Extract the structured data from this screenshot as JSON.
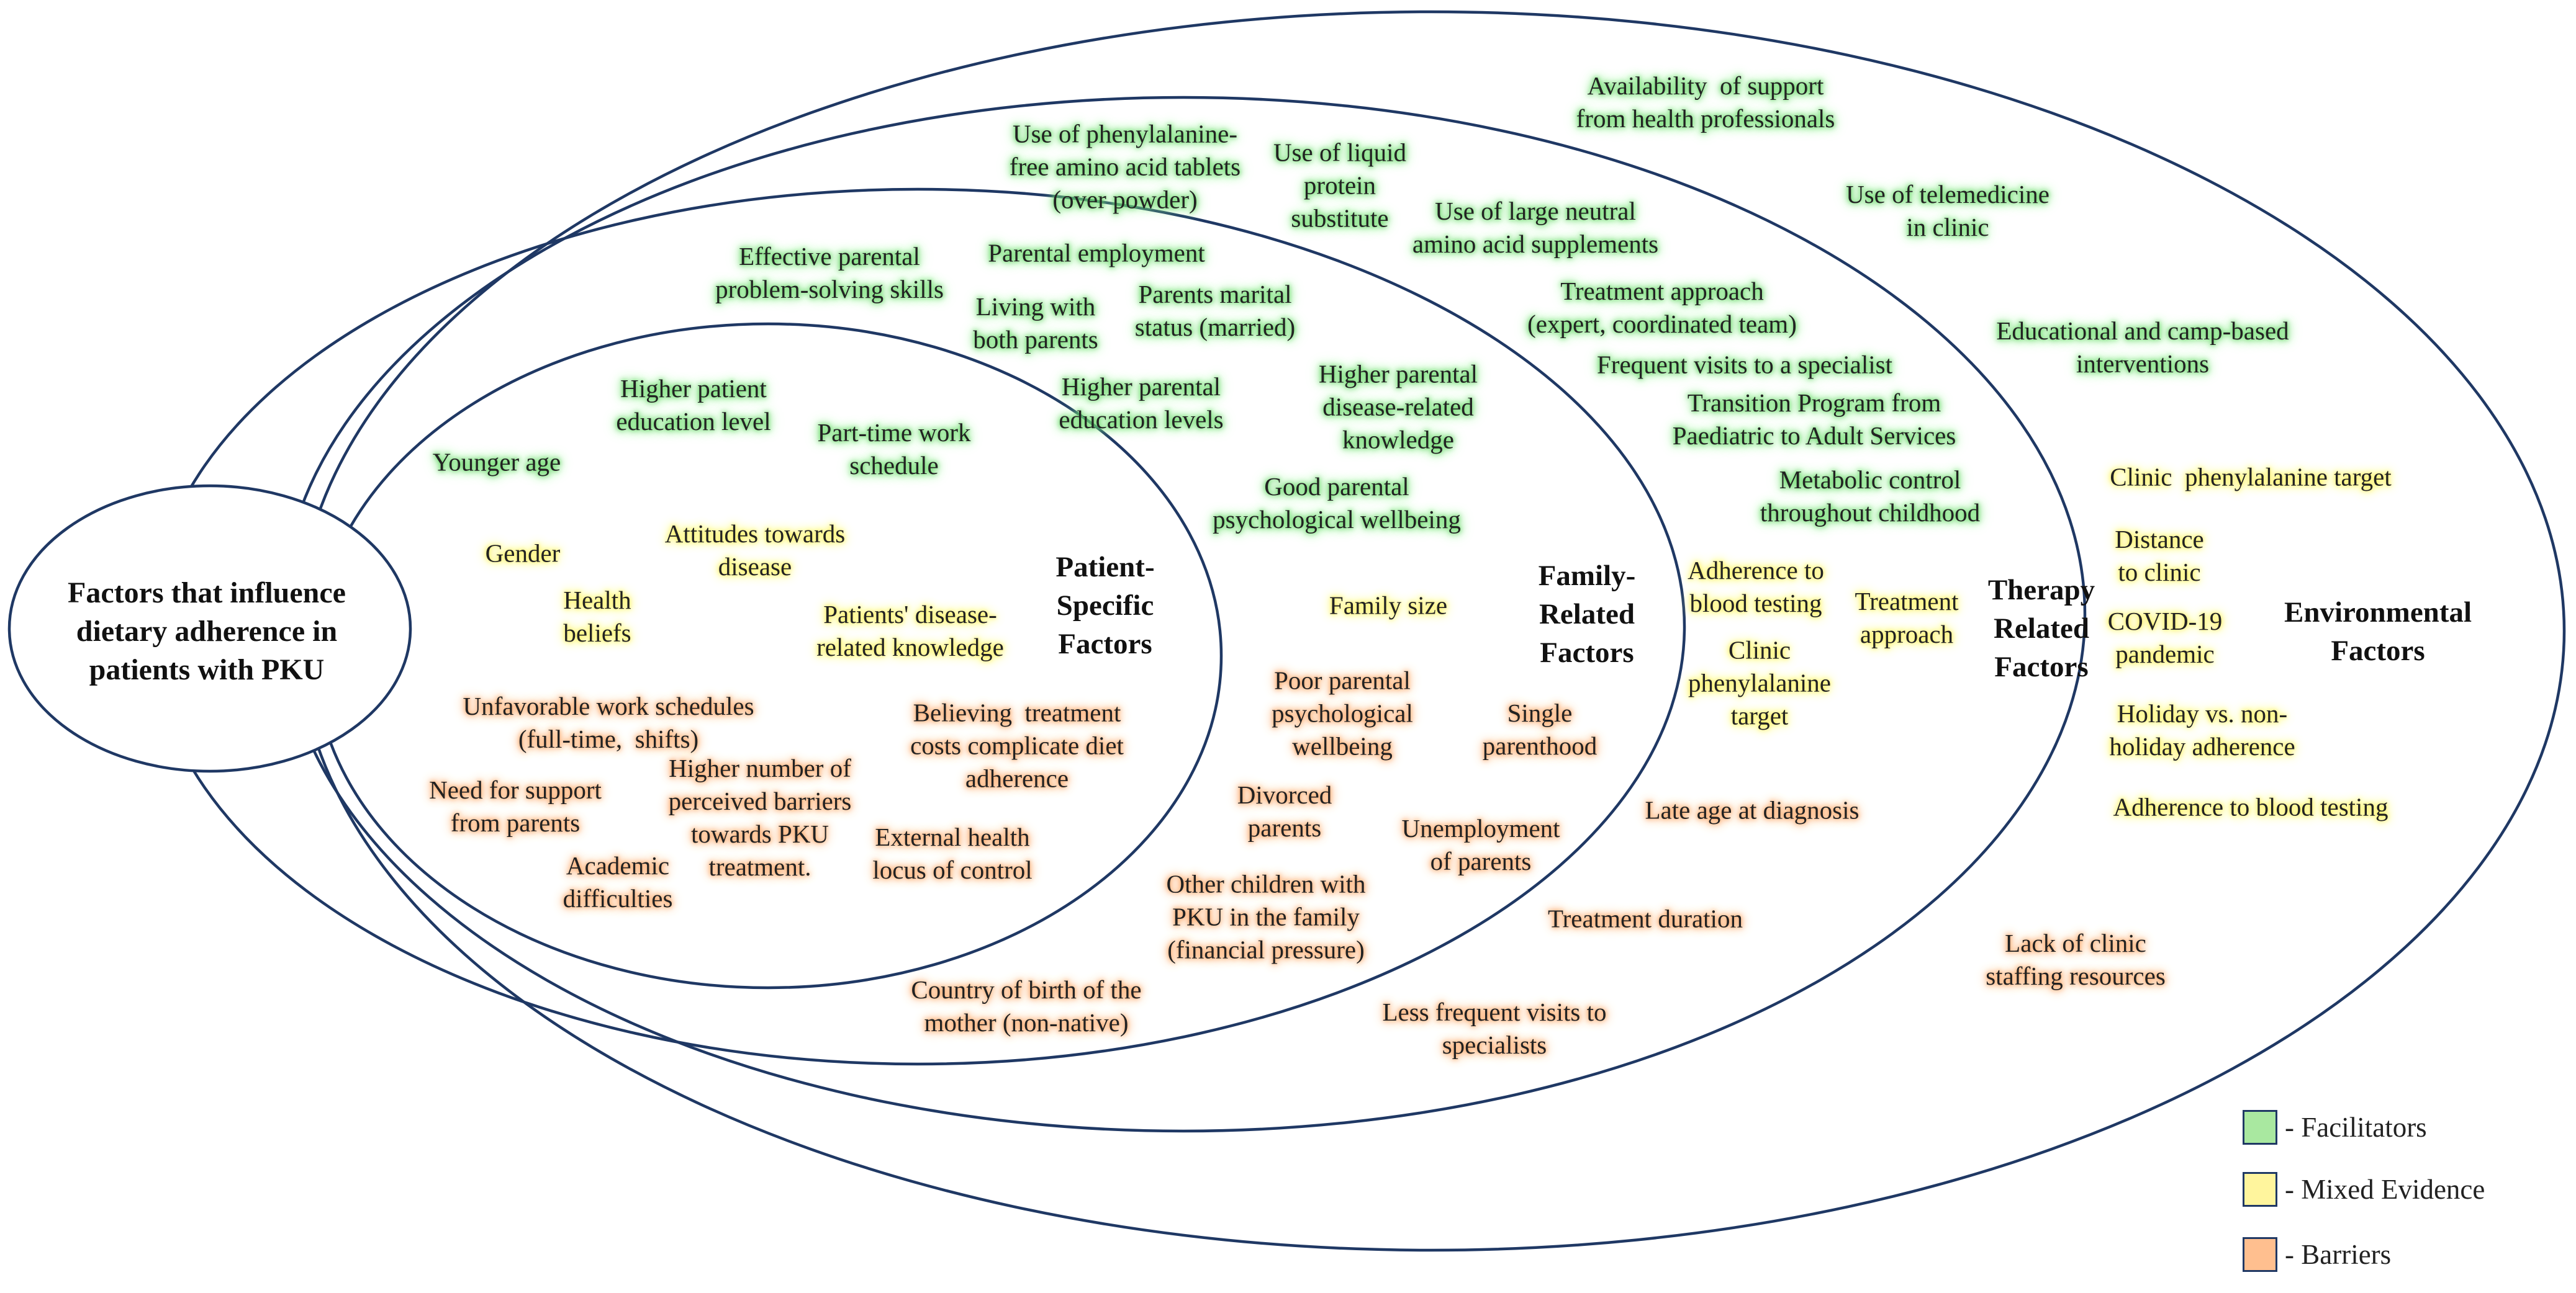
{
  "title": "Factors that influence\ndietary adherence in\npatients with PKU",
  "colors": {
    "facilitator": "#a9e8a0",
    "mixed": "#fff59d",
    "barrier": "#ffbf8f",
    "ring": "#1f3864"
  },
  "levels": [
    {
      "label": "Patient-\nSpecific\nFactors"
    },
    {
      "label": "Family-\nRelated\nFactors"
    },
    {
      "label": "Therapy\nRelated\nFactors"
    },
    {
      "label": "Environmental\nFactors"
    }
  ],
  "factors": [
    {
      "text": "Younger age",
      "category": "facilitator"
    },
    {
      "text": "Higher patient\neducation level",
      "category": "facilitator"
    },
    {
      "text": "Part-time work\nschedule",
      "category": "facilitator"
    },
    {
      "text": "Gender",
      "category": "mixed"
    },
    {
      "text": "Attitudes towards\ndisease",
      "category": "mixed"
    },
    {
      "text": "Health\nbeliefs",
      "category": "mixed"
    },
    {
      "text": "Patients' disease-\nrelated knowledge",
      "category": "mixed"
    },
    {
      "text": "Unfavorable work schedules\n(full-time,  shifts)",
      "category": "barrier"
    },
    {
      "text": "Believing  treatment\ncosts complicate diet\nadherence",
      "category": "barrier"
    },
    {
      "text": "Need for support\nfrom parents",
      "category": "barrier"
    },
    {
      "text": "Higher number of\nperceived barriers\ntowards PKU\ntreatment.",
      "category": "barrier"
    },
    {
      "text": "Academic\ndifficulties",
      "category": "barrier"
    },
    {
      "text": "External health\nlocus of control",
      "category": "barrier"
    },
    {
      "text": "Effective parental\nproblem-solving skills",
      "category": "facilitator"
    },
    {
      "text": "Parental employment",
      "category": "facilitator"
    },
    {
      "text": "Living with\nboth parents",
      "category": "facilitator"
    },
    {
      "text": "Parents marital\nstatus (married)",
      "category": "facilitator"
    },
    {
      "text": "Higher parental\neducation levels",
      "category": "facilitator"
    },
    {
      "text": "Higher parental\ndisease-related\nknowledge",
      "category": "facilitator"
    },
    {
      "text": "Good parental\npsychological wellbeing",
      "category": "facilitator"
    },
    {
      "text": "Family size",
      "category": "mixed"
    },
    {
      "text": "Poor parental\npsychological\nwellbeing",
      "category": "barrier"
    },
    {
      "text": "Single\nparenthood",
      "category": "barrier"
    },
    {
      "text": "Divorced\nparents",
      "category": "barrier"
    },
    {
      "text": "Unemployment\nof parents",
      "category": "barrier"
    },
    {
      "text": "Other children with\nPKU in the family\n(financial pressure)",
      "category": "barrier"
    },
    {
      "text": "Country of birth of the\nmother (non-native)",
      "category": "barrier"
    },
    {
      "text": "Use of phenylalanine-\nfree amino acid tablets\n(over powder)",
      "category": "facilitator"
    },
    {
      "text": "Use of liquid\nprotein\nsubstitute",
      "category": "facilitator"
    },
    {
      "text": "Use of large neutral\namino acid supplements",
      "category": "facilitator"
    },
    {
      "text": "Treatment approach\n(expert, coordinated team)",
      "category": "facilitator"
    },
    {
      "text": "Frequent visits to a specialist",
      "category": "facilitator"
    },
    {
      "text": "Transition Program from\nPaediatric to Adult Services",
      "category": "facilitator"
    },
    {
      "text": "Metabolic control\nthroughout childhood",
      "category": "facilitator"
    },
    {
      "text": "Adherence to\nblood testing",
      "category": "mixed"
    },
    {
      "text": "Treatment\napproach",
      "category": "mixed"
    },
    {
      "text": "Clinic\nphenylalanine\ntarget",
      "category": "mixed"
    },
    {
      "text": "Late age at diagnosis",
      "category": "barrier"
    },
    {
      "text": "Treatment duration",
      "category": "barrier"
    },
    {
      "text": "Less frequent visits to\nspecialists",
      "category": "barrier"
    },
    {
      "text": "Availability  of support\nfrom health professionals",
      "category": "facilitator"
    },
    {
      "text": "Use of telemedicine\nin clinic",
      "category": "facilitator"
    },
    {
      "text": "Educational and camp-based\ninterventions",
      "category": "facilitator"
    },
    {
      "text": "Clinic  phenylalanine target",
      "category": "mixed"
    },
    {
      "text": "Distance\nto clinic",
      "category": "mixed"
    },
    {
      "text": "COVID-19\npandemic",
      "category": "mixed"
    },
    {
      "text": "Holiday vs. non-\nholiday adherence",
      "category": "mixed"
    },
    {
      "text": "Adherence to blood testing",
      "category": "mixed"
    },
    {
      "text": "Lack of clinic\nstaffing resources",
      "category": "barrier"
    }
  ],
  "legend": [
    {
      "label": "- Facilitators",
      "category": "facilitator"
    },
    {
      "label": "- Mixed Evidence",
      "category": "mixed"
    },
    {
      "label": "- Barriers",
      "category": "barrier"
    }
  ]
}
